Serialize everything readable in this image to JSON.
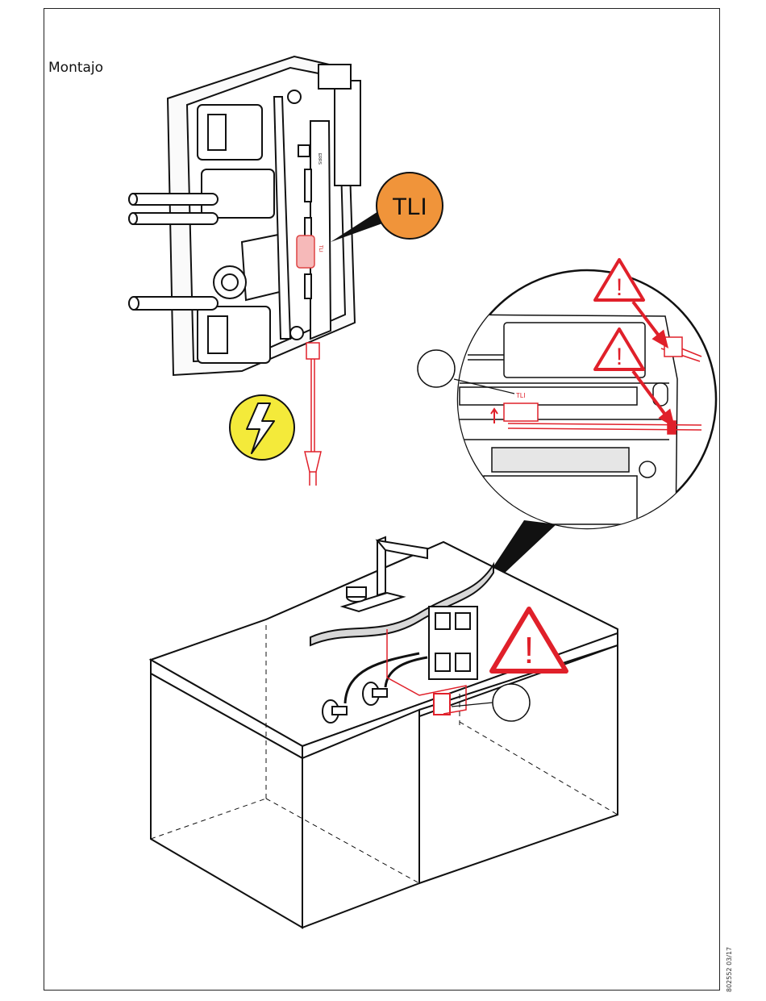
{
  "page": {
    "title": "Montajo",
    "doc_id": "802552 03/17"
  },
  "labels": {
    "tli_badge": "TLI",
    "tli_small": "TLI",
    "board_text_1": "ERRS",
    "board_text_2": "TLI"
  },
  "colors": {
    "tli_badge": "#f0943a",
    "electric_warning": "#f4ea3a",
    "warning_red": "#e0202a",
    "outline": "#111111"
  },
  "icons": {
    "tli_badge": "tli-badge-icon",
    "electric": "lightning-bolt-icon",
    "warning": "warning-triangle-icon"
  }
}
